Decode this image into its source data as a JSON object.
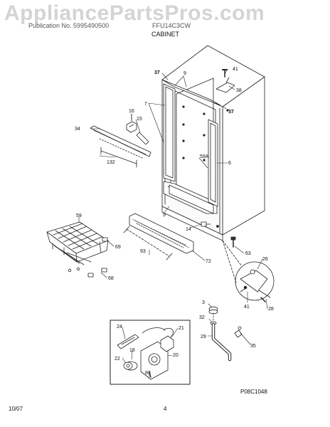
{
  "watermark": "AppliancePartsPros.com",
  "header": {
    "left": "Publication No. 5995490500",
    "right": "FFU14C3CW",
    "section": "CABINET"
  },
  "footer": {
    "date": "10/07",
    "page": "4"
  },
  "figure_code": "P08C1048",
  "callouts": {
    "c9": "9",
    "c37a": "37",
    "c37b": "37",
    "c41a": "41",
    "c38": "38",
    "c7": "7",
    "c16": "16",
    "c15": "15",
    "c34": "34",
    "c132": "132",
    "c59A": "59A",
    "c6": "6",
    "c9b": "9",
    "c14": "14",
    "c59": "59",
    "c69": "69",
    "c93": "93",
    "c72": "72",
    "c63": "63",
    "c26": "26",
    "c68": "68",
    "c28": "28",
    "c41b": "41",
    "c3": "3",
    "c32": "32",
    "c29": "29",
    "c35": "35",
    "c24": "24",
    "c21": "21",
    "c18": "18",
    "c20": "20",
    "c22": "22",
    "c88": "88"
  }
}
